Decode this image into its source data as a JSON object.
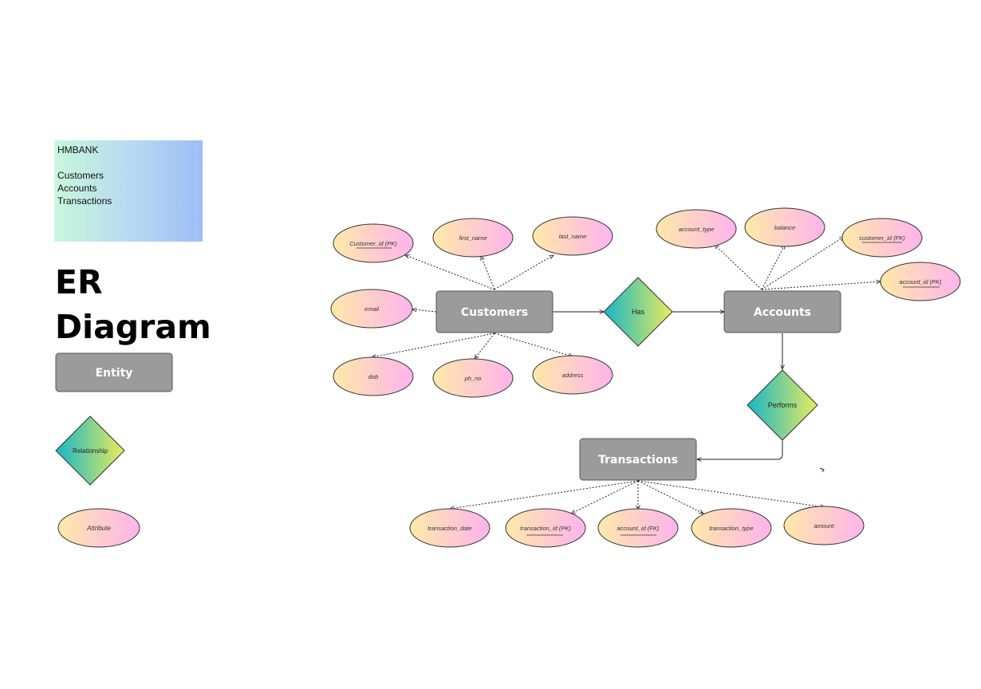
{
  "legend_box": {
    "heading": "HMBANK",
    "items": [
      "Customers",
      "Accounts",
      "Transactions"
    ]
  },
  "title": {
    "line1": "ER",
    "line2": "Diagram"
  },
  "key": {
    "entity": "Entity",
    "relationship": "Relationship",
    "attribute": "Attribute"
  },
  "entities": {
    "customers": "Customers",
    "accounts": "Accounts",
    "transactions": "Transactions"
  },
  "relationships": {
    "has": "Has",
    "performs": "Performs"
  },
  "attributes": {
    "customer_id": "Customer_id  (PK)",
    "first_name": "first_name",
    "last_name": "last_name",
    "email": "email",
    "dob": "dob",
    "ph_no": "ph_no",
    "address": "address",
    "account_type": "account_type",
    "balance": "balance",
    "acc_customer_id": "customer_id (FK)",
    "account_id_pk": "account_id (PK)",
    "transaction_date": "transaction_date",
    "transaction_id": "transaction_id (PK)",
    "tr_account_id": "account_id (FK)",
    "transaction_type": "transaction_type",
    "amount": "amount"
  },
  "colors": {
    "entity_fill": "#9b9b9b",
    "attribute_gradient": [
      "#ffe9a8",
      "#ffb3ee"
    ],
    "relationship_gradient": [
      "#18b6c8",
      "#e9ec5a"
    ],
    "legend_gradient": [
      "#c8f7dc",
      "#9dbdf7"
    ]
  }
}
